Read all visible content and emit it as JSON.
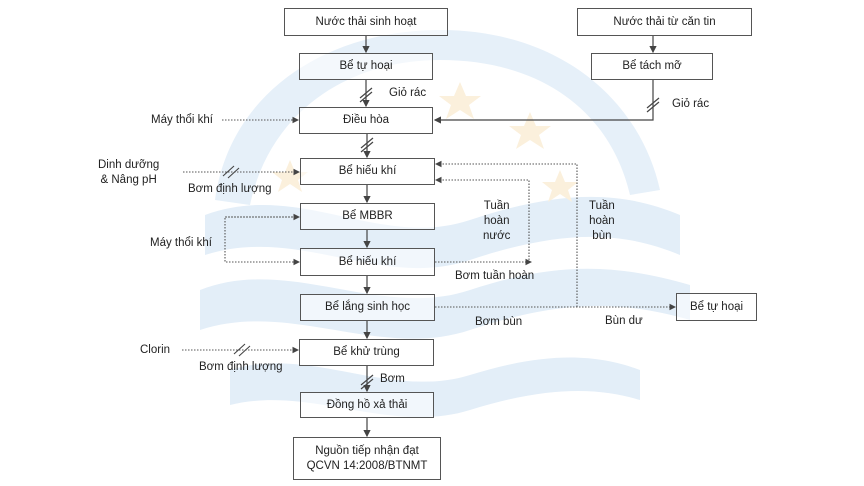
{
  "diagram": {
    "type": "wastewater-treatment-flowchart",
    "nodes": {
      "domestic_wastewater": "Nước thải sinh hoạt",
      "septic_tank": "Bể tự hoại",
      "equalization": "Điều hòa",
      "aerobic_1": "Bể hiếu khí",
      "mbbr": "Bể MBBR",
      "aerobic_2": "Bể hiếu khí",
      "settling": "Bể lắng sinh học",
      "disinfection": "Bể khử trùng",
      "flow_meter": "Đồng hồ xả thải",
      "receiving_line1": "Nguồn tiếp nhận đạt",
      "receiving_line2": "QCVN 14:2008/BTNMT",
      "canteen_wastewater": "Nước thải từ căn tin",
      "grease_trap": "Bể tách mỡ",
      "sludge_septic": "Bể tự hoại"
    },
    "labels": {
      "trash_basket_1": "Giỏ rác",
      "trash_basket_2": "Giỏ rác",
      "blower_1": "Máy thổi khí",
      "nutrient_line1": "Dinh dưỡng",
      "nutrient_line2": "& Nâng pH",
      "dosing_pump_1": "Bơm định lượng",
      "blower_2": "Máy thổi khí",
      "water_recirc_line1": "Tuần",
      "water_recirc_line2": "hoàn",
      "water_recirc_line3": "nước",
      "sludge_recirc_line1": "Tuần",
      "sludge_recirc_line2": "hoàn",
      "sludge_recirc_line3": "bùn",
      "recirc_pump": "Bơm tuần hoàn",
      "sludge_pump": "Bơm bùn",
      "excess_sludge": "Bùn dư",
      "chlorine": "Clorin",
      "dosing_pump_2": "Bơm định lượng",
      "pump": "Bơm"
    },
    "colors": {
      "line": "#444444",
      "watermark_blue": "#e3eef8",
      "watermark_star": "#fbf0dc"
    }
  }
}
